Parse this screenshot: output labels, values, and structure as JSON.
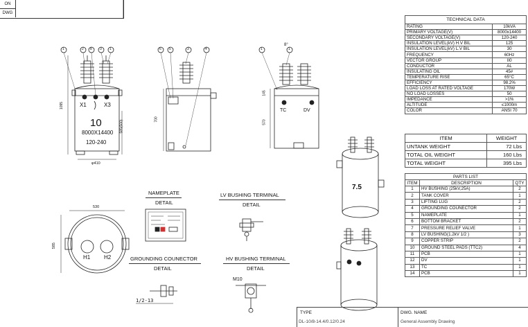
{
  "corner": {
    "row1": "ON",
    "row2": "DWG"
  },
  "tech_data": {
    "title": "TECHNICAL DATA",
    "rows": [
      {
        "label": "RATING",
        "value": "10kVA"
      },
      {
        "label": "PRIMARY VOLTAGE(V)",
        "value": "8000x14400"
      },
      {
        "label": "SECONDARY VOLTAGE(V)",
        "value": "120-240"
      },
      {
        "label": "INSULATION LEVEL(kV) H.V BIL",
        "value": "125"
      },
      {
        "label": "INSULATION LEVEL(kV) L.V BIL",
        "value": "30"
      },
      {
        "label": "FREQUENCY",
        "value": "60Hz"
      },
      {
        "label": "VECTOR GROUP",
        "value": "II0"
      },
      {
        "label": "CONDUCTOR",
        "value": "AL"
      },
      {
        "label": "INSULATING OIL",
        "value": "45#"
      },
      {
        "label": "TEMPERATURE RISE",
        "value": "65°C"
      },
      {
        "label": "EFFICIENCY",
        "value": "98.2%"
      },
      {
        "label": "LOAD LOSS AT RATED VOLTAGE",
        "value": "170W"
      },
      {
        "label": "NO LOAD LOSSES",
        "value": "50"
      },
      {
        "label": "IMPEDANCE",
        "value": ">1%"
      },
      {
        "label": "ALTITUDE",
        "value": "≤1000m"
      },
      {
        "label": "COLOR",
        "value": "ANSI 70"
      }
    ]
  },
  "weights": {
    "header_item": "ITEM",
    "header_value": "WEIGHT",
    "rows": [
      {
        "label": "UNTANK WEIGHT",
        "value": "72 Lbs"
      },
      {
        "label": "TOTAL OIL WEIGHT",
        "value": "160 Lbs"
      },
      {
        "label": "TOTAL WEIGHT",
        "value": "395 Lbs"
      }
    ]
  },
  "parts": {
    "title": "PARTS LIST",
    "headers": {
      "item": "ITEM",
      "description": "DESCRIPTION",
      "qty": "QTY"
    },
    "rows": [
      {
        "item": "1",
        "description": "HV BUSHING (25kV,25A)",
        "qty": "2"
      },
      {
        "item": "2",
        "description": "TANK COVER",
        "qty": "1"
      },
      {
        "item": "3",
        "description": "LIFTING LUG",
        "qty": "2"
      },
      {
        "item": "4",
        "description": "GROUNDING COUNECTOR",
        "qty": "2"
      },
      {
        "item": "5",
        "description": "NAMEPLATE",
        "qty": "1"
      },
      {
        "item": "6",
        "description": "BOTTOM BRACKET",
        "qty": "2"
      },
      {
        "item": "7",
        "description": "PRESSURE RELIEF VALVE",
        "qty": "1"
      },
      {
        "item": "8",
        "description": "LV BUSHING(1.2kV 1/2 )",
        "qty": "3"
      },
      {
        "item": "9",
        "description": "COPPER STRIP",
        "qty": "2"
      },
      {
        "item": "10",
        "description": "GROUND STEEL PADS (TTC2)",
        "qty": "4"
      },
      {
        "item": "11",
        "description": "PCB",
        "qty": "1"
      },
      {
        "item": "12",
        "description": "DV",
        "qty": "1"
      },
      {
        "item": "13",
        "description": "TC",
        "qty": "1"
      },
      {
        "item": "14",
        "description": "PCB",
        "qty": "1"
      }
    ]
  },
  "title_block": {
    "type_label": "TYPE",
    "type_value": "DL-10/8-14.4/0.12/0.24",
    "dwg_label": "DWG. NAME",
    "dwg_value": "General Assembly Drawing"
  },
  "views": {
    "front": {
      "x1": "X1",
      "x3": "X3",
      "rating": "10",
      "voltage": "8000X14400",
      "secondary": "120-240",
      "dim_height": "1095",
      "dim_side": "585(500)",
      "dim_width": "φ410"
    },
    "side": {
      "dim_height": "700"
    },
    "rear": {
      "tc": "TC",
      "dv": "DV",
      "angle": "8°",
      "dim1": "145",
      "dim2": "570"
    },
    "top": {
      "dim_width": "530",
      "dim_height": "585",
      "h1": "H1",
      "h2": "H2"
    },
    "iso_label": "7.5",
    "balloons_front": [
      "1",
      "2",
      "8",
      "3",
      "1"
    ],
    "balloons_side": [
      "6",
      "5",
      "3",
      "4"
    ],
    "balloons_rear": [
      "1",
      "1"
    ]
  },
  "details": {
    "nameplate": {
      "title": "NAMEPLATE",
      "sub": "DETAIL"
    },
    "lv_terminal": {
      "title": "LV BUSHING TERMINAL",
      "sub": "DETAIL"
    },
    "grounding": {
      "title": "GROUNDING COUNECTOR",
      "sub": "DETAIL",
      "dim": "1/2-13"
    },
    "hv_terminal": {
      "title": "HV BUSHING TERMINAL",
      "sub": "DETAIL",
      "dim": "M10"
    }
  }
}
